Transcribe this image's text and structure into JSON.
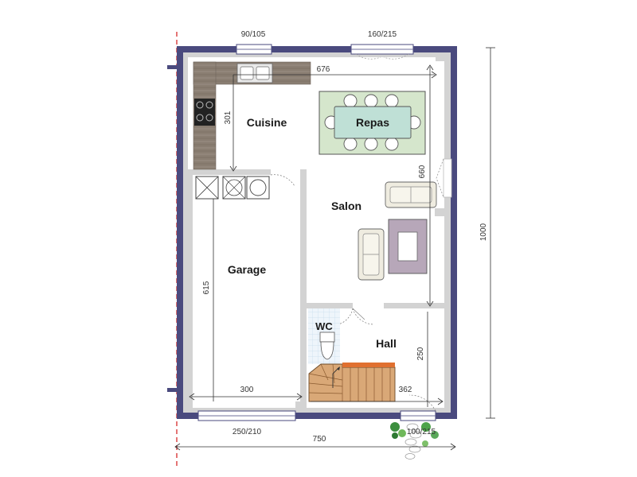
{
  "rooms": {
    "cuisine": "Cuisine",
    "repas": "Repas",
    "salon": "Salon",
    "garage": "Garage",
    "wc": "WC",
    "hall": "Hall"
  },
  "dimensions": {
    "window_kitchen": "90/105",
    "window_dining": "160/215",
    "kitchen_width": "676",
    "kitchen_depth": "301",
    "salon_depth": "660",
    "total_depth": "1000",
    "garage_depth": "615",
    "garage_width": "300",
    "hall_width": "362",
    "hall_depth": "250",
    "garage_door": "250/210",
    "entrance_door": "100/215",
    "total_width": "750"
  },
  "colors": {
    "outer_wall": "#4a4a7e",
    "inner_wall": "#d3d3d3",
    "dining_rug": "#d5e6cc",
    "table": "#bfe0d6",
    "rug": "#b7a7b9",
    "stairs": "#d9a877",
    "sofa": "#efece0",
    "counter": "#8c7f73",
    "property_line": "#d83a3a"
  }
}
